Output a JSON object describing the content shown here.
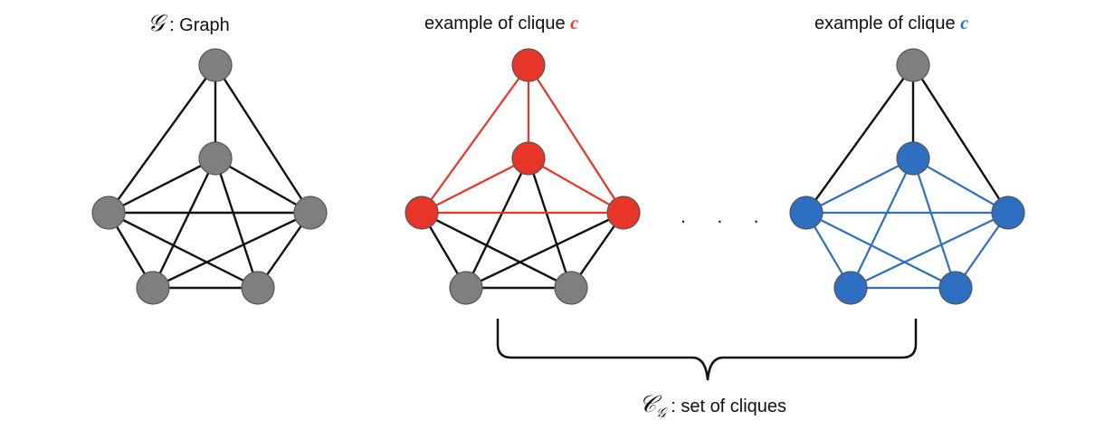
{
  "graph_panel": {
    "symbol": "𝒢",
    "label": " : Graph"
  },
  "clique_panel_red": {
    "caption": "example of clique ",
    "symbol": "c",
    "color": "#e8352a"
  },
  "clique_panel_blue": {
    "caption": "example of clique ",
    "symbol": "c",
    "color": "#2f6fc1"
  },
  "ellipsis": ". . .",
  "clique_set": {
    "symbol": "𝒞",
    "subscript": "𝒢",
    "label": " : set of cliques"
  },
  "colors": {
    "node_gray": "#7f7f7f",
    "edge_black": "#111111",
    "node_stroke": "#555555"
  }
}
